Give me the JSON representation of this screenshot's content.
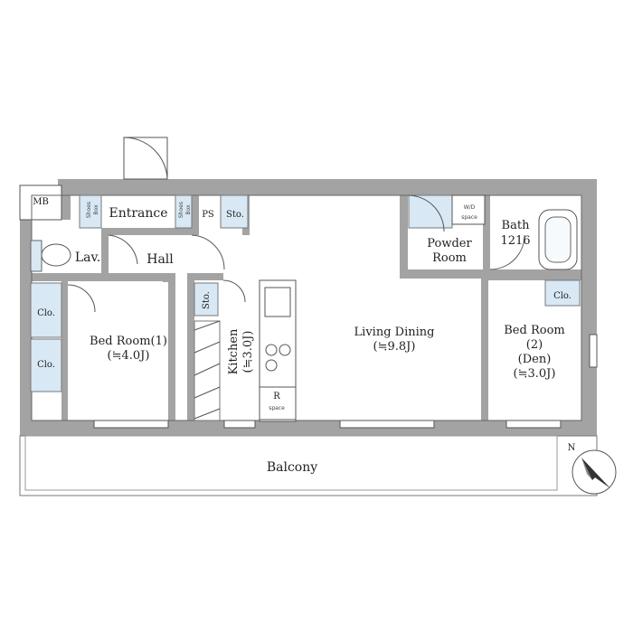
{
  "rooms": {
    "mb": "MB",
    "entrance": "Entrance",
    "shoes_box_1": [
      "Shoes",
      "Box"
    ],
    "shoes_box_2": [
      "Shoes",
      "Box"
    ],
    "ps": "PS",
    "sto_top": "Sto.",
    "lav": "Lav.",
    "hall": "Hall",
    "clo_1": "Clo.",
    "clo_2": "Clo.",
    "bed_room_1": [
      "Bed Room(1)",
      "(≒4.0J)"
    ],
    "sto_kitchen": "Sto.",
    "kitchen": [
      "Kitchen",
      "(≒3.0J)"
    ],
    "r_space": [
      "R",
      "space"
    ],
    "living_dining": [
      "Living Dining",
      "(≒9.8J)"
    ],
    "wd_space": [
      "W/D",
      "space"
    ],
    "powder_room": [
      "Powder",
      "Room"
    ],
    "bath": [
      "Bath",
      "1216"
    ],
    "clo_den": "Clo.",
    "bed_room_2": [
      "Bed Room",
      "(2)",
      "(Den)",
      "(≒3.0J)"
    ],
    "balcony": "Balcony"
  },
  "compass": {
    "north_label": "N"
  },
  "colors": {
    "wall": "#a3a3a3",
    "closet": "#d8e8f4",
    "line": "#555555"
  }
}
